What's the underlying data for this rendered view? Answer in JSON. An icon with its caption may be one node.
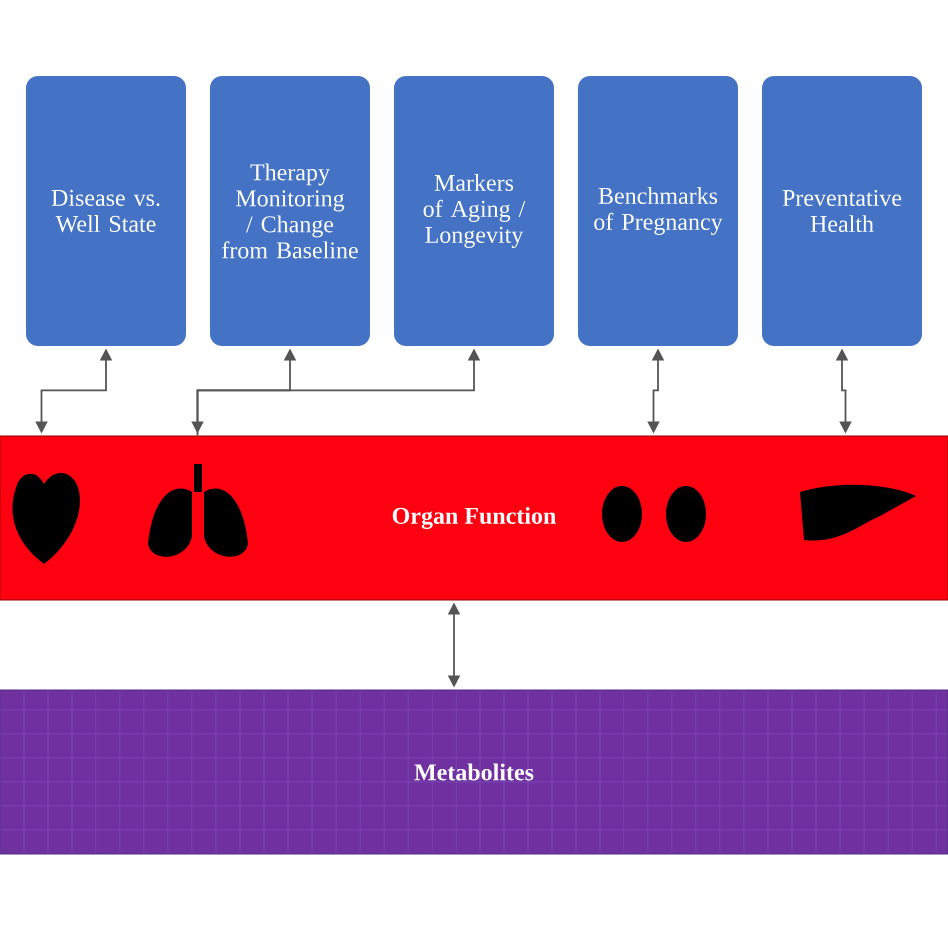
{
  "diagram": {
    "nodes": [
      {
        "text": [
          "Disease vs. Well State"
        ]
      },
      {
        "text": [
          "Therapy Monitoring / Change from Baseline"
        ]
      },
      {
        "text": [
          "Markers of Aging / Longevity"
        ]
      },
      {
        "text": [
          "Benchmarks of Pregnancy"
        ]
      },
      {
        "text": [
          "Preventative Health"
        ]
      },
      {
        "text": [
          "Organ Function"
        ]
      },
      {
        "text": [
          "Metabolites"
        ]
      }
    ],
    "edges": [
      {
        "from": 5,
        "to": 0,
        "arrow": "both"
      },
      {
        "from": 5,
        "to": 1,
        "arrow": "both"
      },
      {
        "from": 5,
        "to": 2,
        "arrow": "to"
      },
      {
        "from": 5,
        "to": 3,
        "arrow": "both"
      },
      {
        "from": 5,
        "to": 4,
        "arrow": "both"
      },
      {
        "from": 5,
        "to": 6,
        "arrow": "both"
      }
    ]
  }
}
